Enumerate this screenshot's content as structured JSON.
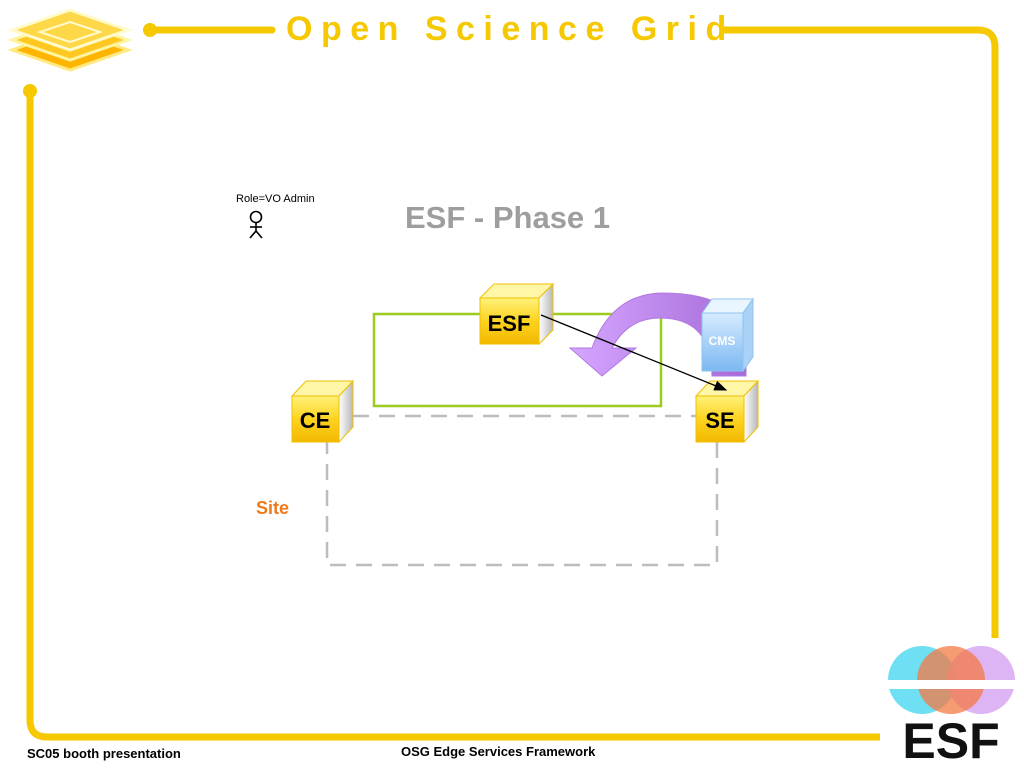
{
  "header": {
    "title": "Open Science Grid"
  },
  "slide": {
    "title": "ESF - Phase 1"
  },
  "actor": {
    "role_label": "Role=VO Admin"
  },
  "nodes": {
    "esf": "ESF",
    "ce": "CE",
    "se": "SE",
    "cms": "CMS"
  },
  "site": {
    "label": "Site"
  },
  "logo": {
    "text": "ESF"
  },
  "footer": {
    "left": "SC05 booth presentation",
    "center": "OSG Edge Services Framework"
  },
  "colors": {
    "frame": "#f5c800",
    "box_face": "#fdd320",
    "green_box": "#9ccc1c",
    "dashed": "#bdbdbd",
    "purple_arrow": "#c58df0",
    "site_label": "#ef7a1a",
    "title_gray": "#9e9e9e"
  }
}
